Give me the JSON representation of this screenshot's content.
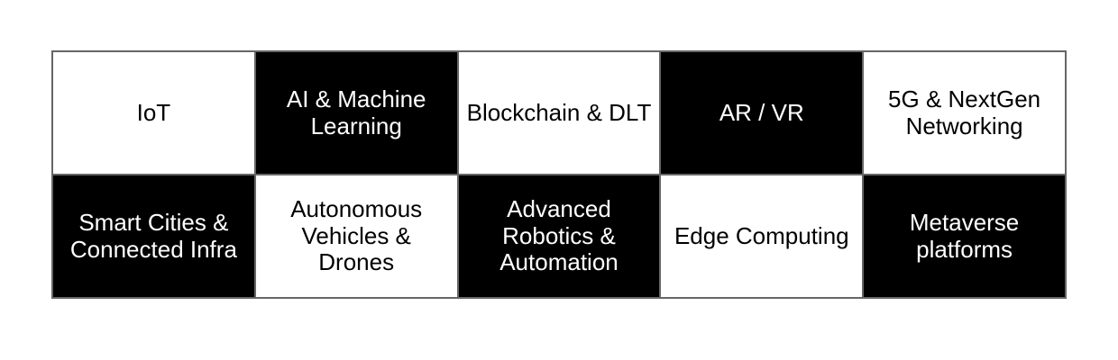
{
  "grid": {
    "rows": [
      {
        "cells": [
          {
            "label": "IoT",
            "variant": "light"
          },
          {
            "label": "AI & Machine Learning",
            "variant": "dark"
          },
          {
            "label": "Blockchain & DLT",
            "variant": "light"
          },
          {
            "label": "AR / VR",
            "variant": "dark"
          },
          {
            "label": "5G & NextGen Networking",
            "variant": "light"
          }
        ]
      },
      {
        "cells": [
          {
            "label": "Smart Cities & Connected Infra",
            "variant": "dark"
          },
          {
            "label": "Autonomous Vehicles & Drones",
            "variant": "light"
          },
          {
            "label": "Advanced Robotics & Automation",
            "variant": "dark"
          },
          {
            "label": "Edge Computing",
            "variant": "light"
          },
          {
            "label": "Metaverse platforms",
            "variant": "dark"
          }
        ]
      }
    ]
  },
  "colors": {
    "dark_bg": "#000000",
    "light_bg": "#ffffff",
    "text_on_dark": "#ffffff",
    "text_on_light": "#000000",
    "border": "#666666"
  }
}
